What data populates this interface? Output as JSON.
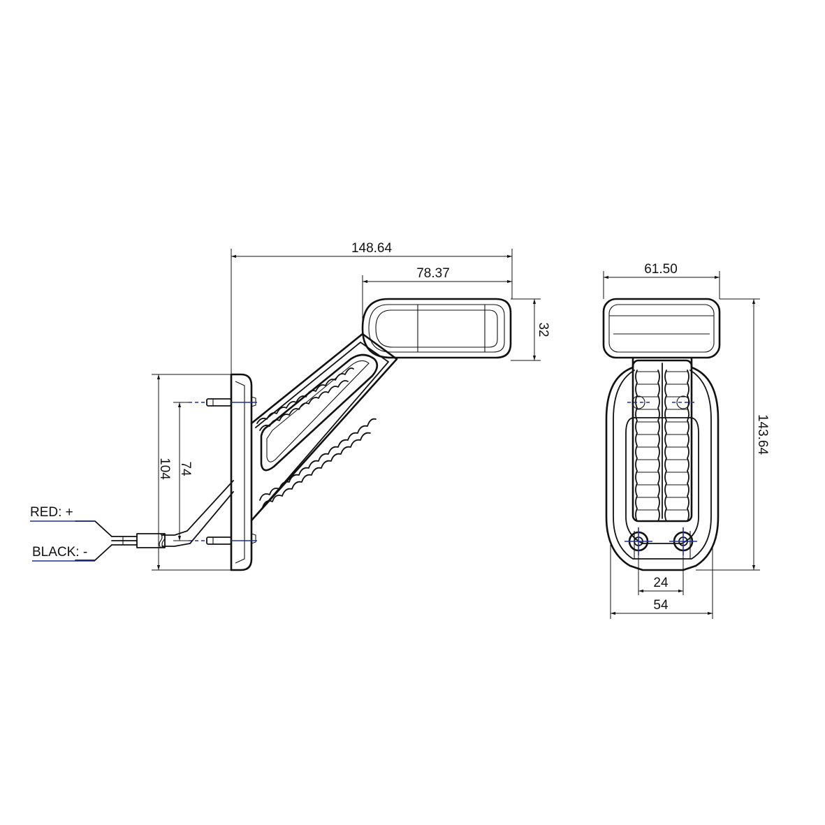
{
  "side_view": {
    "dim_overall_width": "148.64",
    "dim_head_width": "78.37",
    "dim_head_height": "32",
    "dim_mount_outer": "104",
    "dim_mount_inner": "74"
  },
  "wires": {
    "red_label": "RED: +",
    "black_label": "BLACK: -"
  },
  "front_view": {
    "dim_head_width": "61.50",
    "dim_overall_height": "143.64",
    "dim_bolt_spacing": "24",
    "dim_base_width": "54"
  }
}
